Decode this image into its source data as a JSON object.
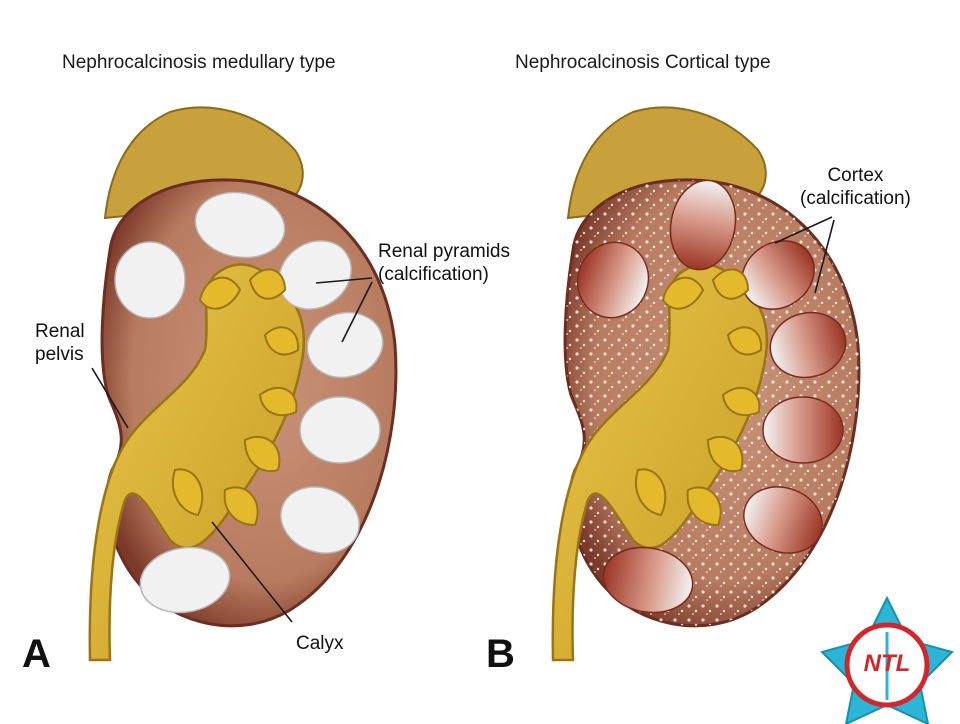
{
  "panels": {
    "a": {
      "title": "Nephrocalcinosis medullary type",
      "letter": "A"
    },
    "b": {
      "title": "Nephrocalcinosis Cortical type",
      "letter": "B"
    }
  },
  "labels": {
    "renal_pelvis": [
      "Renal",
      "pelvis"
    ],
    "renal_pyramids": [
      "Renal pyramids",
      "(calcification)"
    ],
    "calyx": "Calyx",
    "cortex": [
      "Cortex",
      "(calcification)"
    ]
  },
  "logo": {
    "text": "NTL"
  },
  "colors": {
    "cortex": "#b97a60",
    "pelvis": "#dcb430",
    "adrenal": "#c9a13c",
    "calcification": "#f1f1f1",
    "pyramid_red": "#a8402f",
    "logo_teal": "#2bb5d6",
    "logo_red": "#d3262b"
  }
}
